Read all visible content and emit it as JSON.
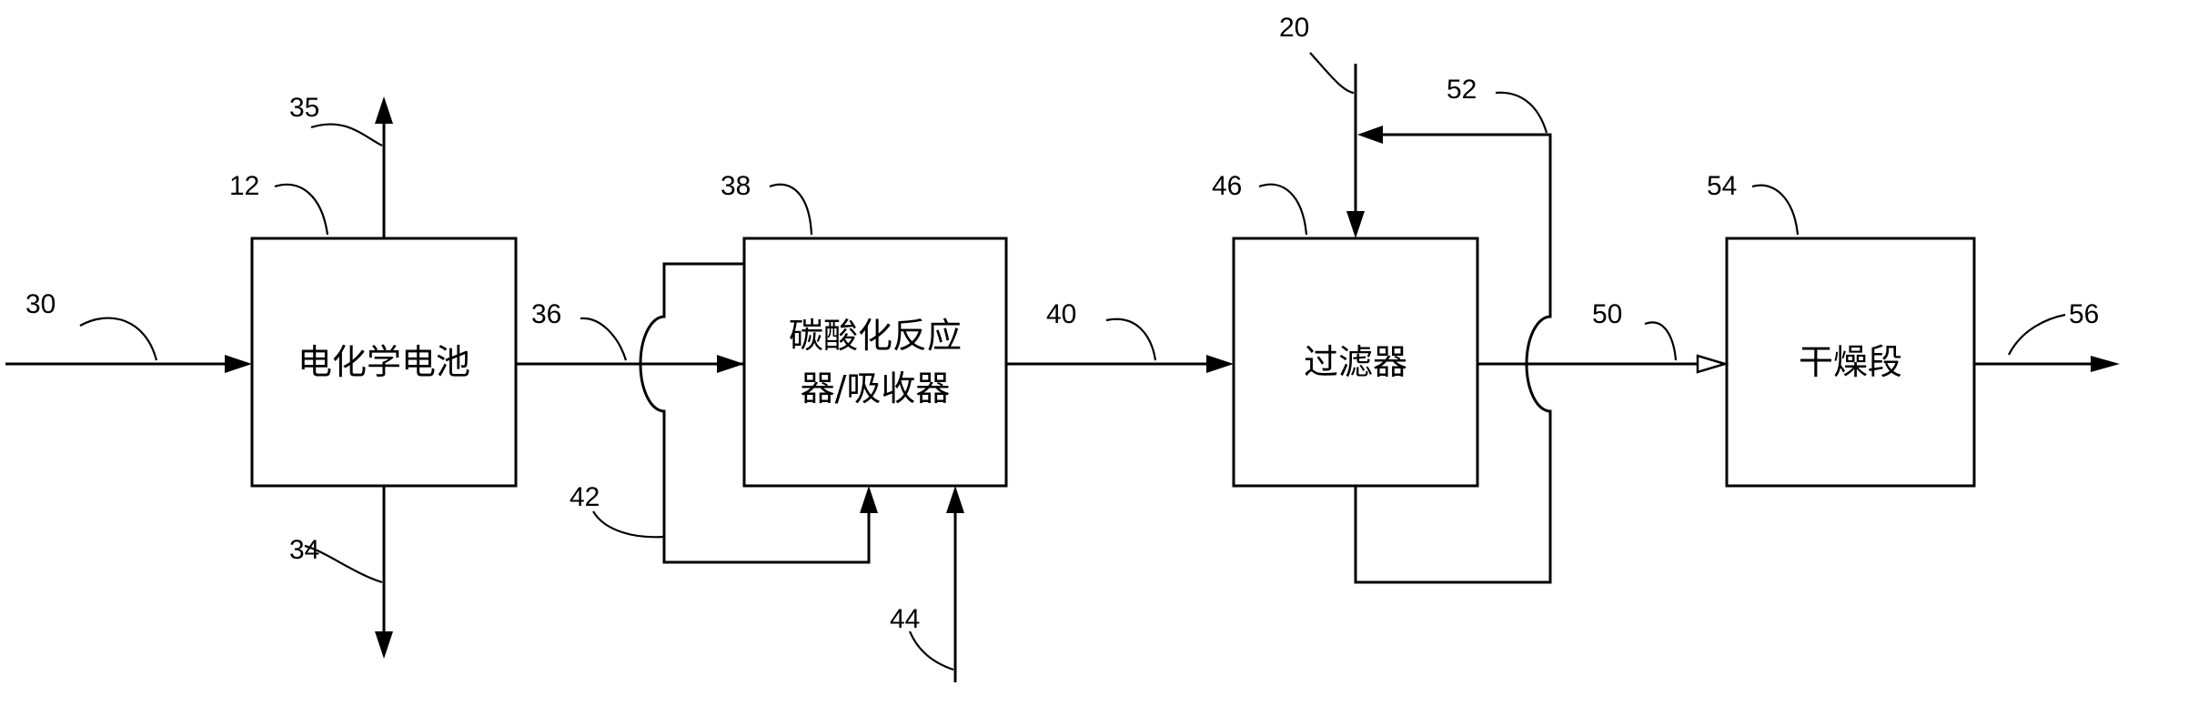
{
  "blocks": {
    "cell": "电化学电池",
    "reactor_line1": "碳酸化反应",
    "reactor_line2": "器/吸收器",
    "filter": "过滤器",
    "dryer": "干燥段"
  },
  "refs": {
    "r12": "12",
    "r20": "20",
    "r30": "30",
    "r34": "34",
    "r35": "35",
    "r36": "36",
    "r38": "38",
    "r40": "40",
    "r42": "42",
    "r44": "44",
    "r46": "46",
    "r50": "50",
    "r52": "52",
    "r54": "54",
    "r56": "56"
  }
}
